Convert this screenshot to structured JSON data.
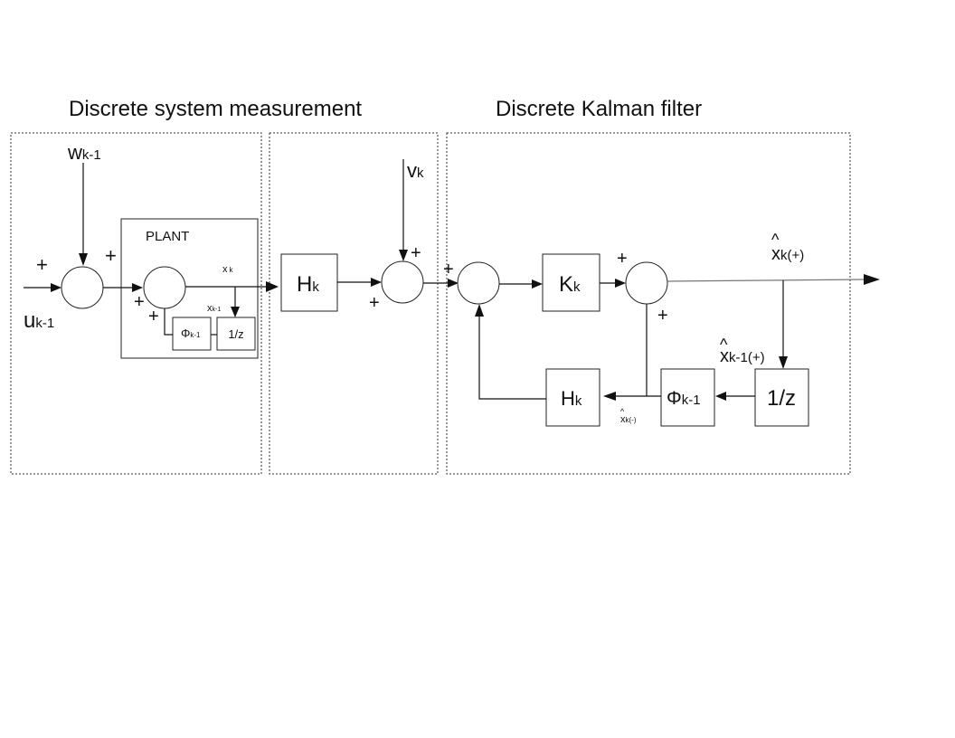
{
  "titles": {
    "left": "Discrete system measurement",
    "right": "Discrete Kalman filter"
  },
  "plant": {
    "label": "PLANT",
    "phi_label": "Φ",
    "phi_sub": "k-1",
    "delay_label": "1/z",
    "x_main": "x",
    "x_main_sub": "k",
    "x_delayed": "x",
    "x_delayed_sub": "k-1"
  },
  "inputs": {
    "w_main": "w",
    "w_sub": "k-1",
    "u_main": "u",
    "u_sub": "k-1",
    "v_main": "v",
    "v_sub": "k"
  },
  "measurement": {
    "h_main": "H",
    "h_sub": "k"
  },
  "filter": {
    "k_main": "K",
    "k_sub": "k",
    "h_main": "H",
    "h_sub": "k",
    "phi_main": "Φ",
    "phi_sub": "k-1",
    "delay_label": "1/z",
    "hat": "^",
    "xhat_out_main": "x",
    "xhat_out_sub": "k(+)",
    "xhat_prev_main": "x",
    "xhat_prev_sub": "k-1(+)",
    "xhat_prior_main": "x",
    "xhat_prior_sub": "k(-)"
  },
  "signs": {
    "plus": "+"
  }
}
